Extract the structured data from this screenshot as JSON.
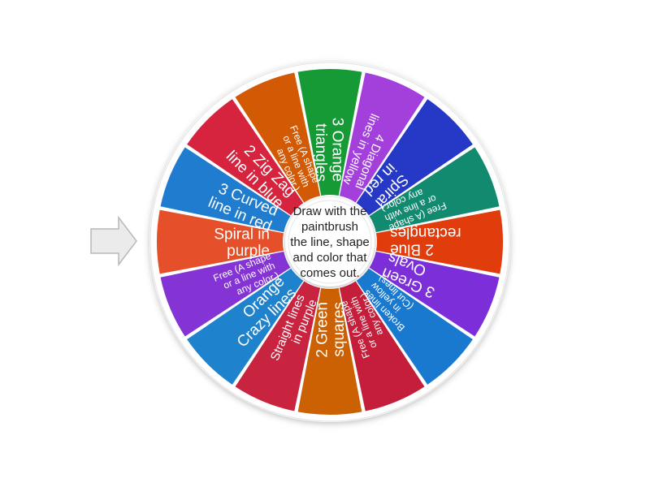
{
  "wheel": {
    "center_text": [
      "Draw with the",
      "paintbrush",
      "the line, shape",
      "and color that",
      "comes out."
    ],
    "segments": [
      {
        "lines": [
          "Spiral in",
          "purple"
        ],
        "color": "#e5502a",
        "size": "large"
      },
      {
        "lines": [
          "3 Curved",
          "line in red"
        ],
        "color": "#1f7ccf",
        "size": "large"
      },
      {
        "lines": [
          "2 Zig Zag",
          "line in blue"
        ],
        "color": "#d6233e",
        "size": "large"
      },
      {
        "lines": [
          "Free (A shape",
          "or a line with",
          "any color.)"
        ],
        "color": "#d25a05",
        "size": "small"
      },
      {
        "lines": [
          "3 Orange",
          "triangles"
        ],
        "color": "#169a35",
        "size": "large"
      },
      {
        "lines": [
          "4 Diagonal",
          "lines in yellow"
        ],
        "color": "#a33fdb",
        "size": "medium"
      },
      {
        "lines": [
          "Spiral",
          "in red"
        ],
        "color": "#2538c6",
        "size": "large"
      },
      {
        "lines": [
          "Free (A shape",
          "or a line with",
          "any color.)"
        ],
        "color": "#128a70",
        "size": "small"
      },
      {
        "lines": [
          "2 Blue",
          "rectangles"
        ],
        "color": "#e03c0c",
        "size": "large"
      },
      {
        "lines": [
          "3 Green",
          "Ovals"
        ],
        "color": "#7c2fd9",
        "size": "large"
      },
      {
        "lines": [
          "Broken lines",
          "in yellow",
          "(Cut lines)"
        ],
        "color": "#1979cf",
        "size": "small"
      },
      {
        "lines": [
          "Free (A shape",
          "or a line with",
          "any color.)"
        ],
        "color": "#c41e3a",
        "size": "small"
      },
      {
        "lines": [
          "2 Green",
          "squares"
        ],
        "color": "#cc6104",
        "size": "large"
      },
      {
        "lines": [
          "Straight lines",
          "in purple"
        ],
        "color": "#c9243f",
        "size": "medium"
      },
      {
        "lines": [
          "Orange",
          "Crazy lines"
        ],
        "color": "#1f82cc",
        "size": "large"
      },
      {
        "lines": [
          "Free (A shape",
          "or a line with",
          "any color.)"
        ],
        "color": "#8433d5",
        "size": "small"
      }
    ]
  },
  "pointer": {
    "icon": "arrow-right-icon",
    "color": "#e8e8e8"
  }
}
